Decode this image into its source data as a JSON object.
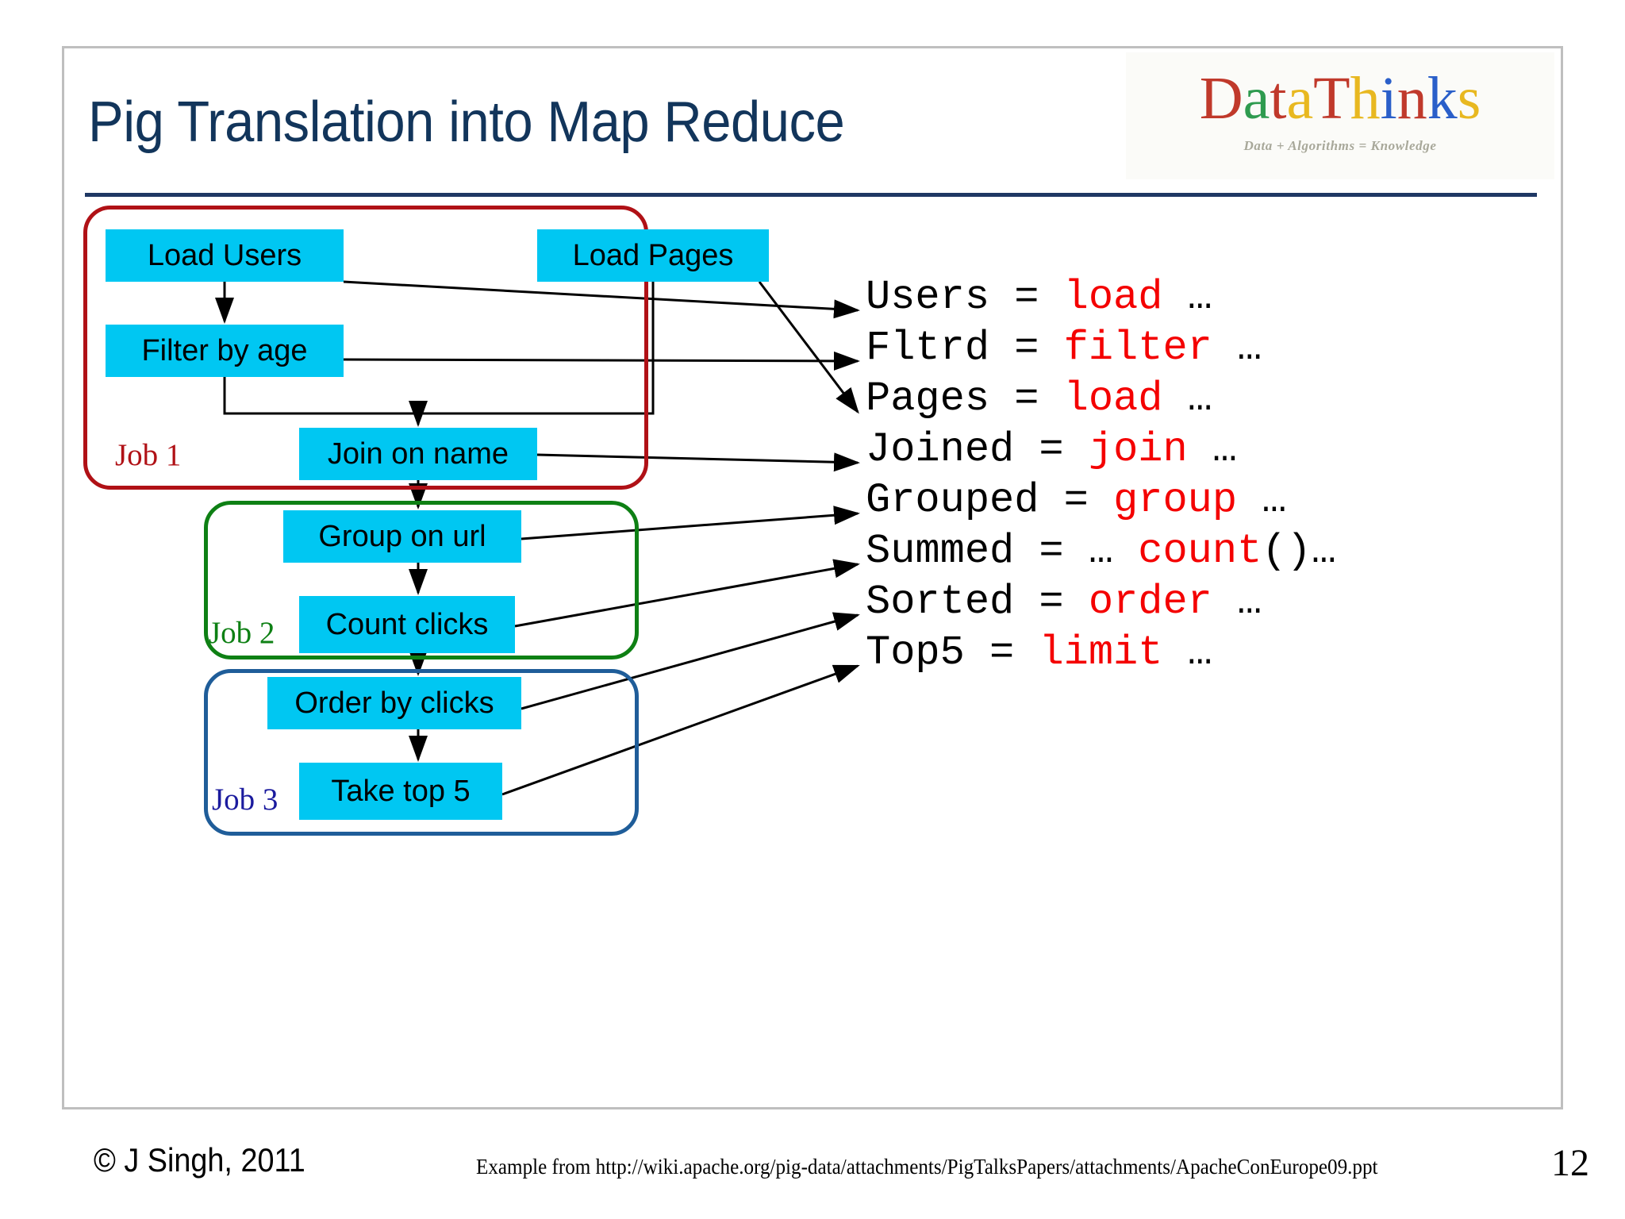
{
  "slide": {
    "title": "Pig Translation into Map Reduce",
    "page_number": "12"
  },
  "logo": {
    "letters": [
      {
        "ch": "D",
        "color": "#c0392b"
      },
      {
        "ch": "a",
        "color": "#2e9b4f"
      },
      {
        "ch": "t",
        "color": "#c0392b"
      },
      {
        "ch": "a",
        "color": "#e8b820"
      },
      {
        "ch": "T",
        "color": "#c0392b"
      },
      {
        "ch": "h",
        "color": "#e8b820"
      },
      {
        "ch": "i",
        "color": "#2a5fc9"
      },
      {
        "ch": "n",
        "color": "#c0392b"
      },
      {
        "ch": "k",
        "color": "#2a5fc9"
      },
      {
        "ch": "s",
        "color": "#e8b820"
      }
    ],
    "wordmark": "DataThinks",
    "tagline": "Data + Algorithms = Knowledge"
  },
  "jobs": [
    {
      "label": "Job 1",
      "color": "#b01116"
    },
    {
      "label": "Job 2",
      "color": "#0e8014"
    },
    {
      "label": "Job 3",
      "color": "#1b1b9e"
    }
  ],
  "steps": {
    "load_users": "Load Users",
    "load_pages": "Load Pages",
    "filter_age": "Filter by age",
    "join_name": "Join on name",
    "group_url": "Group on url",
    "count_clicks": "Count clicks",
    "order_clicks": "Order by clicks",
    "take_top5": "Take top 5"
  },
  "code_lines": [
    {
      "var": "Users",
      "eq": " = ",
      "keyword": "load",
      "tail": " …",
      "pre": ""
    },
    {
      "var": "Fltrd",
      "eq": " = ",
      "keyword": "filter",
      "tail": " …",
      "pre": ""
    },
    {
      "var": "Pages",
      "eq": " = ",
      "keyword": "load",
      "tail": " …",
      "pre": ""
    },
    {
      "var": "Joined",
      "eq": " = ",
      "keyword": "join",
      "tail": " …",
      "pre": ""
    },
    {
      "var": "Grouped",
      "eq": " = ",
      "keyword": "group",
      "tail": " …",
      "pre": ""
    },
    {
      "var": "Summed",
      "eq": " = ",
      "keyword": "count",
      "tail": "()…",
      "pre": "… "
    },
    {
      "var": "Sorted",
      "eq": " = ",
      "keyword": "order",
      "tail": " …",
      "pre": ""
    },
    {
      "var": "Top5",
      "eq": " = ",
      "keyword": "limit",
      "tail": " …",
      "pre": ""
    }
  ],
  "code_plain": [
    "Users = load …",
    "Fltrd = filter …",
    "Pages = load …",
    "Joined = join …",
    "Grouped = group …",
    "Summed = … count()…",
    "Sorted = order …",
    "Top5 = limit …"
  ],
  "footer": {
    "copyright": "© J Singh, 2011",
    "source": "Example from http://wiki.apache.org/pig-data/attachments/PigTalksPapers/attachments/ApacheConEurope09.ppt",
    "page": "12"
  },
  "colors": {
    "title": "#12355b",
    "rule": "#1f3864",
    "step_fill": "#00c7f2",
    "keyword": "#f40000",
    "job1": "#b01116",
    "job2": "#0e8014",
    "job3": "#1b1b9e",
    "job3_border": "#1f5d99",
    "frame": "#bfbfbf"
  }
}
